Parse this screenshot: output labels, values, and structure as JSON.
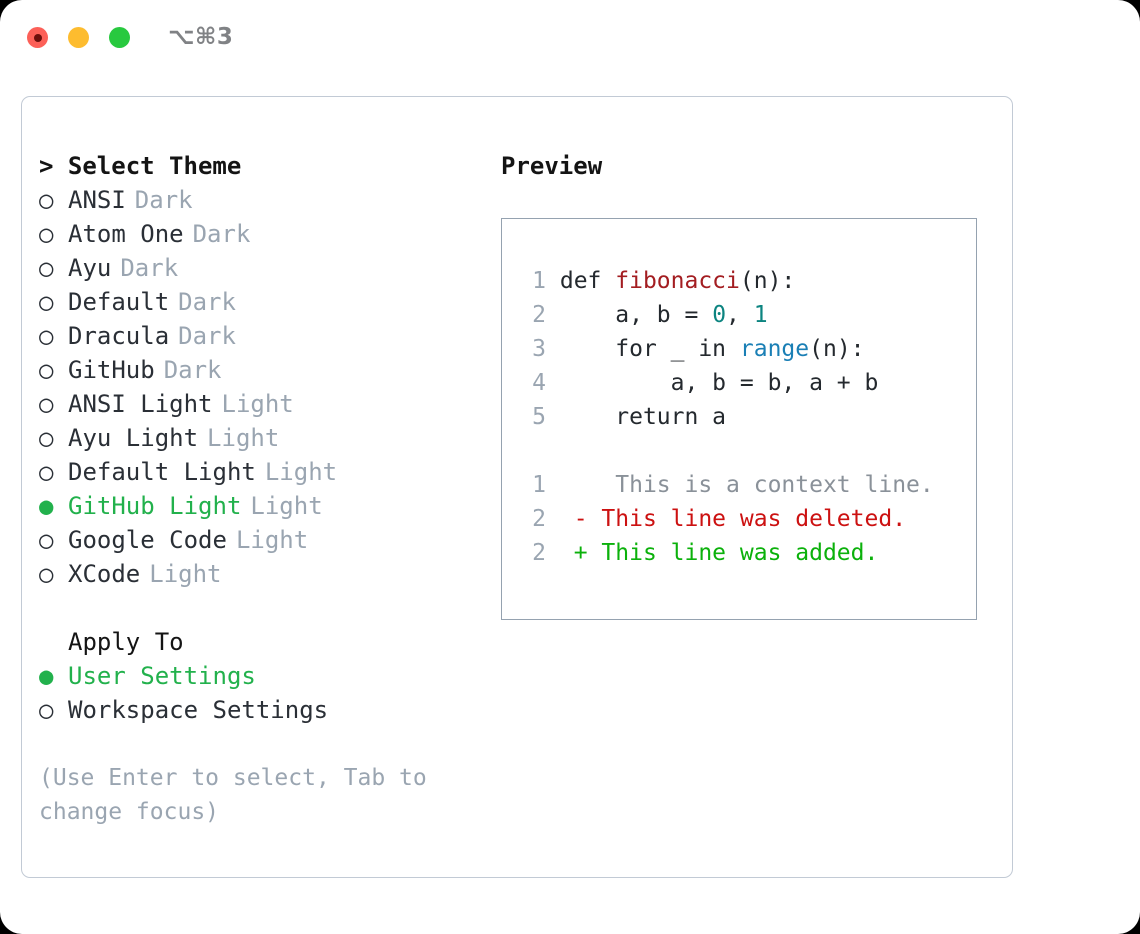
{
  "titlebar": {
    "shortcut": "⌥⌘3",
    "dots": [
      {
        "name": "close-button",
        "color": "#fc6058"
      },
      {
        "name": "minimize-button",
        "color": "#fdbc2f"
      },
      {
        "name": "maximize-button",
        "color": "#28c93f"
      }
    ]
  },
  "theme_picker": {
    "heading": "> Select Theme",
    "caret": ">",
    "heading_text": "Select Theme",
    "marker_unselected": "○",
    "marker_selected": "●",
    "options": [
      {
        "label": "ANSI",
        "category": "Dark",
        "selected": false
      },
      {
        "label": "Atom One",
        "category": "Dark",
        "selected": false
      },
      {
        "label": "Ayu",
        "category": "Dark",
        "selected": false
      },
      {
        "label": "Default",
        "category": "Dark",
        "selected": false
      },
      {
        "label": "Dracula",
        "category": "Dark",
        "selected": false
      },
      {
        "label": "GitHub",
        "category": "Dark",
        "selected": false
      },
      {
        "label": "ANSI Light",
        "category": "Light",
        "selected": false
      },
      {
        "label": "Ayu Light",
        "category": "Light",
        "selected": false
      },
      {
        "label": "Default Light",
        "category": "Light",
        "selected": false
      },
      {
        "label": "GitHub Light",
        "category": "Light",
        "selected": true
      },
      {
        "label": "Google Code",
        "category": "Light",
        "selected": false
      },
      {
        "label": "XCode",
        "category": "Light",
        "selected": false
      }
    ]
  },
  "apply_to": {
    "heading": "Apply To",
    "options": [
      {
        "label": "User Settings",
        "selected": true
      },
      {
        "label": "Workspace Settings",
        "selected": false
      }
    ]
  },
  "hint": "(Use Enter to select, Tab to change focus)",
  "preview": {
    "title": "Preview",
    "code_lines": [
      {
        "num": "1",
        "segments": [
          {
            "text": "def ",
            "style": "plain"
          },
          {
            "text": "fibonacci",
            "style": "fn"
          },
          {
            "text": "(n):",
            "style": "plain"
          }
        ]
      },
      {
        "num": "2",
        "segments": [
          {
            "text": "    a, b = ",
            "style": "plain"
          },
          {
            "text": "0",
            "style": "num"
          },
          {
            "text": ", ",
            "style": "plain"
          },
          {
            "text": "1",
            "style": "num"
          }
        ]
      },
      {
        "num": "3",
        "segments": [
          {
            "text": "    for _ in ",
            "style": "plain"
          },
          {
            "text": "range",
            "style": "builtin"
          },
          {
            "text": "(n):",
            "style": "plain"
          }
        ]
      },
      {
        "num": "4",
        "segments": [
          {
            "text": "        a, b = b, a + b",
            "style": "plain"
          }
        ]
      },
      {
        "num": "5",
        "segments": [
          {
            "text": "    return a",
            "style": "plain"
          }
        ]
      }
    ],
    "diff_lines": [
      {
        "num": "1",
        "sign": " ",
        "text": "  This is a context line.",
        "style": "ctx"
      },
      {
        "num": "2",
        "sign": "-",
        "text": " This line was deleted.",
        "style": "del"
      },
      {
        "num": "2",
        "sign": "+",
        "text": " This line was added.",
        "style": "add"
      }
    ]
  },
  "colors": {
    "selected_green": "#22b14c",
    "muted_gray": "#9aa5b1",
    "code_fg": "#24292e",
    "fn_red": "#a31d21",
    "num_teal": "#0c8480",
    "builtin_blue": "#1a7fb5",
    "diff_del": "#cc1111",
    "diff_add": "#0bb10b",
    "panel_border": "#c2cad5",
    "preview_border": "#95a2b0"
  }
}
